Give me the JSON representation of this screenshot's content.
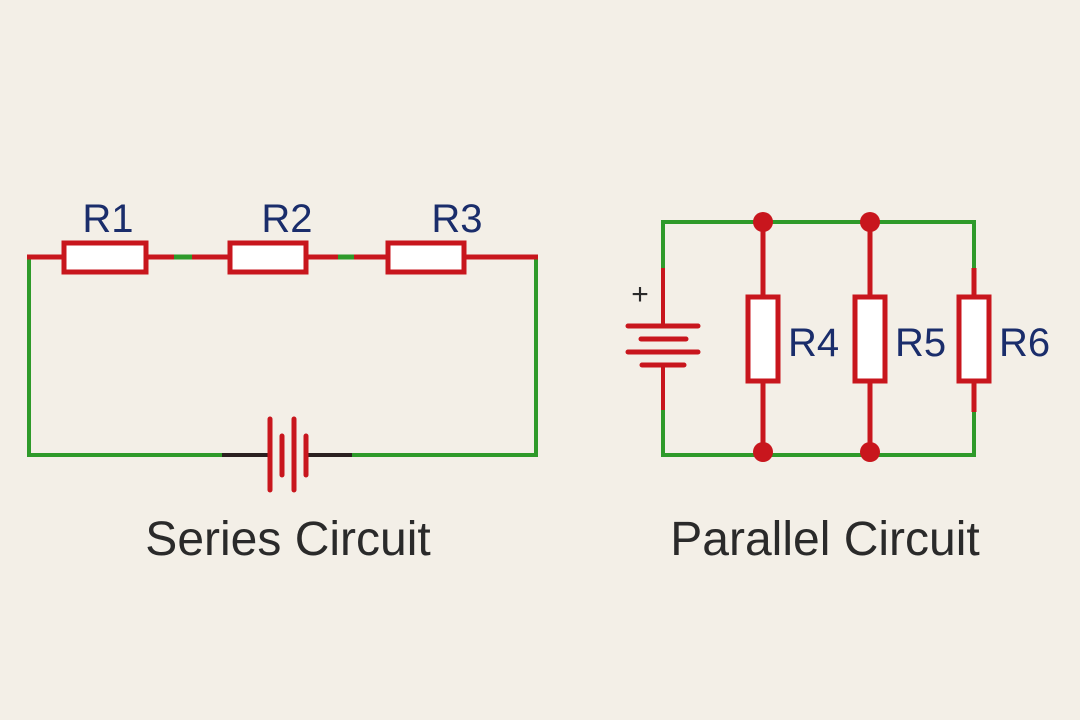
{
  "colors": {
    "background": "#f3efe7",
    "wire_green": "#2e9a2a",
    "component_red": "#c8161d",
    "lead_dark": "#2b2020",
    "label_blue": "#1a2d6b",
    "title_dark": "#2a2a2a",
    "resistor_fill": "#ffffff"
  },
  "series": {
    "title": "Series Circuit",
    "resistors": [
      {
        "label": "R1"
      },
      {
        "label": "R2"
      },
      {
        "label": "R3"
      }
    ],
    "battery": {
      "label": ""
    }
  },
  "parallel": {
    "title": "Parallel Circuit",
    "battery_polarity": "+",
    "resistors": [
      {
        "label": "R4"
      },
      {
        "label": "R5"
      },
      {
        "label": "R6"
      }
    ]
  }
}
